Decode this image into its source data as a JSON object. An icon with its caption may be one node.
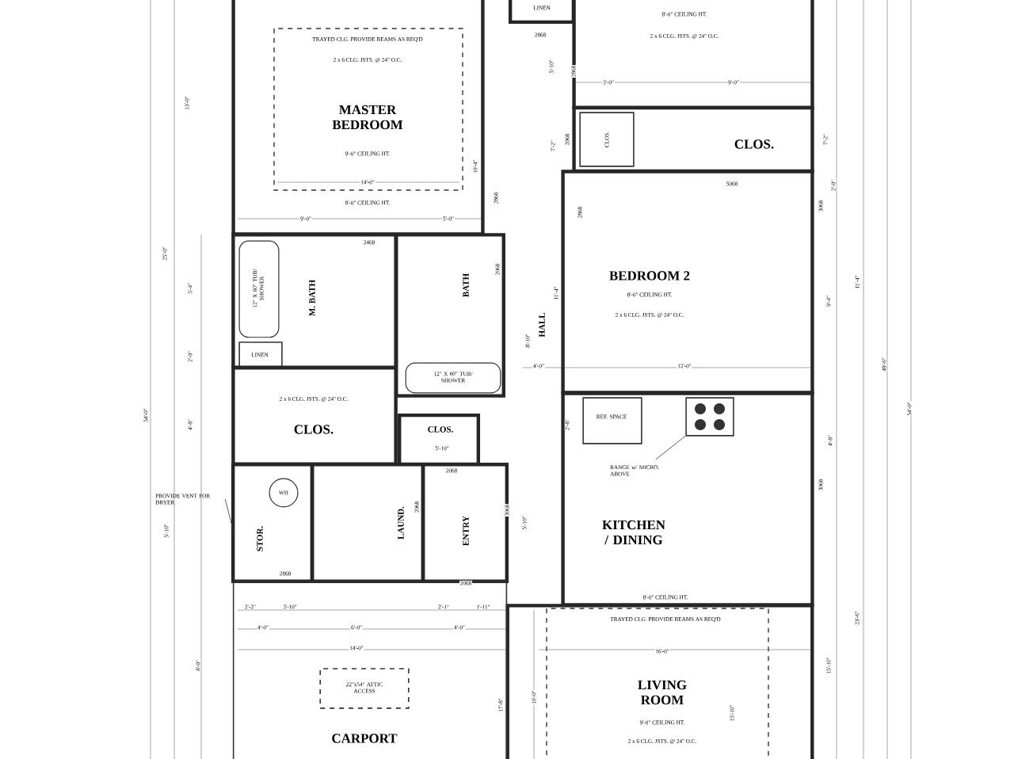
{
  "diagram": {
    "nodes": [
      {
        "text": [
          "TRAYED CLG. PROVIDE BEAMS AS REQ'D",
          "2 x 6 CLG. JSTS. @ 24\" O.C.",
          "MASTER BEDROOM",
          "9'-0\" CEILING HT.",
          "8'-0\" CEILING HT."
        ]
      },
      {
        "text": [
          "LINEN"
        ]
      },
      {
        "text": [
          "8'-0\" CEILING HT.",
          "2 x 6 CLG. JSTS. @ 24\" O.C."
        ]
      },
      {
        "text": [
          "CLOS."
        ]
      },
      {
        "text": [
          "CLOS."
        ],
        "in": 3
      },
      {
        "text": [
          "BEDROOM 2",
          "8'-0\" CEILING HT.",
          "2 x 6 CLG. JSTS. @ 24\" O.C."
        ]
      },
      {
        "text": [
          "HALL"
        ]
      },
      {
        "text": [
          "M. BATH"
        ]
      },
      {
        "text": [
          "12\" X 60\" TUB/ SHOWER"
        ],
        "in": 7
      },
      {
        "text": [
          "LINEN"
        ],
        "in": 7
      },
      {
        "text": [
          "BATH"
        ]
      },
      {
        "text": [
          "12\" X 60\" TUB/ SHOWER"
        ],
        "in": 10
      },
      {
        "text": [
          "2 x 6 CLG. JSTS. @ 24\" O.C.",
          "CLOS."
        ]
      },
      {
        "text": [
          "CLOS."
        ]
      },
      {
        "text": [
          "STOR."
        ]
      },
      {
        "text": [
          "WH"
        ],
        "in": 14
      },
      {
        "text": [
          "LAUND."
        ]
      },
      {
        "text": [
          "ENTRY"
        ]
      },
      {
        "text": [
          "KITCHEN / DINING",
          "8'-0\" CEILING HT."
        ]
      },
      {
        "text": [
          "REF. SPACE"
        ],
        "in": 18
      },
      {
        "text": [],
        "shape": "box",
        "in": 18
      },
      {
        "text": [
          "RANGE w/ MICRO. ABOVE"
        ],
        "in": 18
      },
      {
        "text": [
          "PROVIDE VENT FOR DRYER"
        ]
      },
      {
        "text": [
          "TRAYED CLG. PROVIDE BEAMS AS REQ'D",
          "LIVING ROOM",
          "9'-0\" CEILING HT.",
          "2 x 6 CLG. JSTS. @ 24\" O.C."
        ]
      },
      {
        "text": [
          "CARPORT"
        ]
      },
      {
        "text": [
          "22\"x54\" ATTIC ACCESS"
        ],
        "in": 24
      }
    ],
    "edges": [
      {
        "from": 21,
        "to": 20,
        "arrow": "none"
      },
      {
        "from": 22,
        "to": 14,
        "arrow": "none"
      }
    ],
    "labels": [
      "13'-0\"",
      "25'-0\"",
      "54'-0\"",
      "5'-4\"",
      "2'-0\"",
      "4'-8\"",
      "5'-10\"",
      "8'-0\"",
      "10'-4\"",
      "14'-0\"",
      "9'-0\"",
      "5'-0\"",
      "2468",
      "2868",
      "5'-10\"",
      "2868",
      "3'-0\"",
      "9'-0\"",
      "7'-2\"",
      "2068",
      "5068",
      "2868",
      "2868",
      "2068",
      "11'-4\"",
      "8'-10\"",
      "4'-0\"",
      "12'-0\"",
      "2'-8\"",
      "5'-10\"",
      "2068",
      "2868",
      "2068",
      "3068",
      "5'-10\"",
      "2068",
      "2'-2\"",
      "3'-10\"",
      "2'-1\"",
      "1'-11\"",
      "4'-0\"",
      "6'-0\"",
      "4'-0\"",
      "14'-0\"",
      "17'-8\"",
      "10'-0\"",
      "16'-0\"",
      "15'-10\"",
      "7'-2\"",
      "2'-0\"",
      "3068",
      "11'-4\"",
      "9'-4\"",
      "4'-8\"",
      "3068",
      "49'-6\"",
      "54'-0\"",
      "23'-6\"",
      "15'-10\""
    ]
  }
}
